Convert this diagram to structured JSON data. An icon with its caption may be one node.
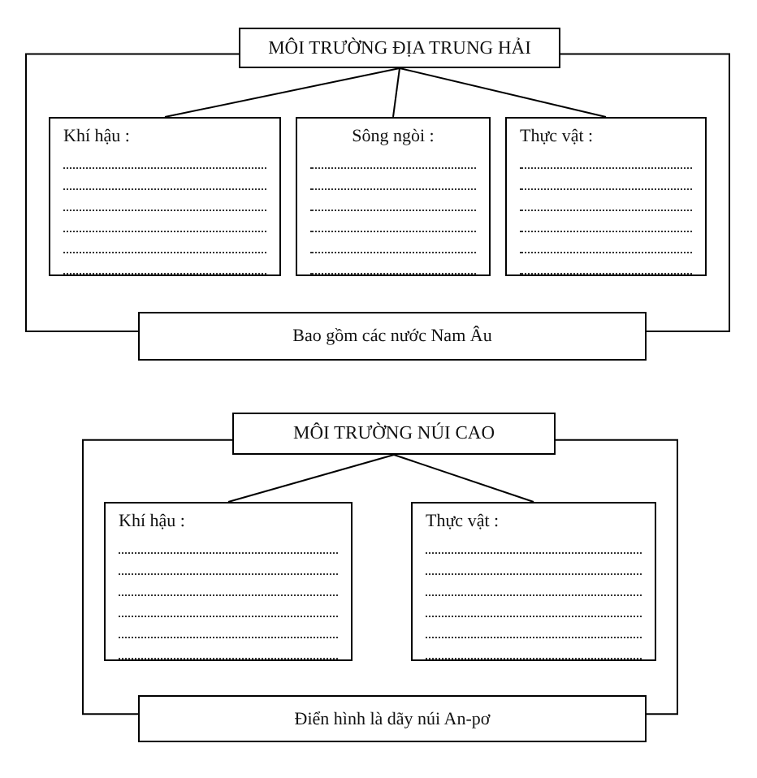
{
  "diagram": {
    "nodes": [
      {
        "text": [
          "MÔI TRƯỜNG ĐỊA TRUNG HẢI"
        ]
      },
      {
        "text": [
          "Khí hậu :"
        ]
      },
      {
        "text": [
          "Sông ngòi :"
        ]
      },
      {
        "text": [
          "Thực vật :"
        ]
      },
      {
        "text": [
          "Bao gồm các nước Nam Âu"
        ]
      },
      {
        "text": [
          "MÔI TRƯỜNG NÚI CAO"
        ]
      },
      {
        "text": [
          "Khí hậu :"
        ]
      },
      {
        "text": [
          "Thực vật :"
        ]
      },
      {
        "text": [
          "Điển hình là dãy núi An-pơ"
        ]
      }
    ],
    "edges": [
      {
        "from": 0,
        "to": 1,
        "arrow": "none"
      },
      {
        "from": 0,
        "to": 2,
        "arrow": "none"
      },
      {
        "from": 0,
        "to": 3,
        "arrow": "none"
      },
      {
        "from": 0,
        "to": 4,
        "arrow": "none"
      },
      {
        "from": 0,
        "to": 4,
        "arrow": "none"
      },
      {
        "from": 5,
        "to": 6,
        "arrow": "none"
      },
      {
        "from": 5,
        "to": 7,
        "arrow": "none"
      },
      {
        "from": 5,
        "to": 8,
        "arrow": "none"
      },
      {
        "from": 5,
        "to": 8,
        "arrow": "none"
      }
    ]
  }
}
